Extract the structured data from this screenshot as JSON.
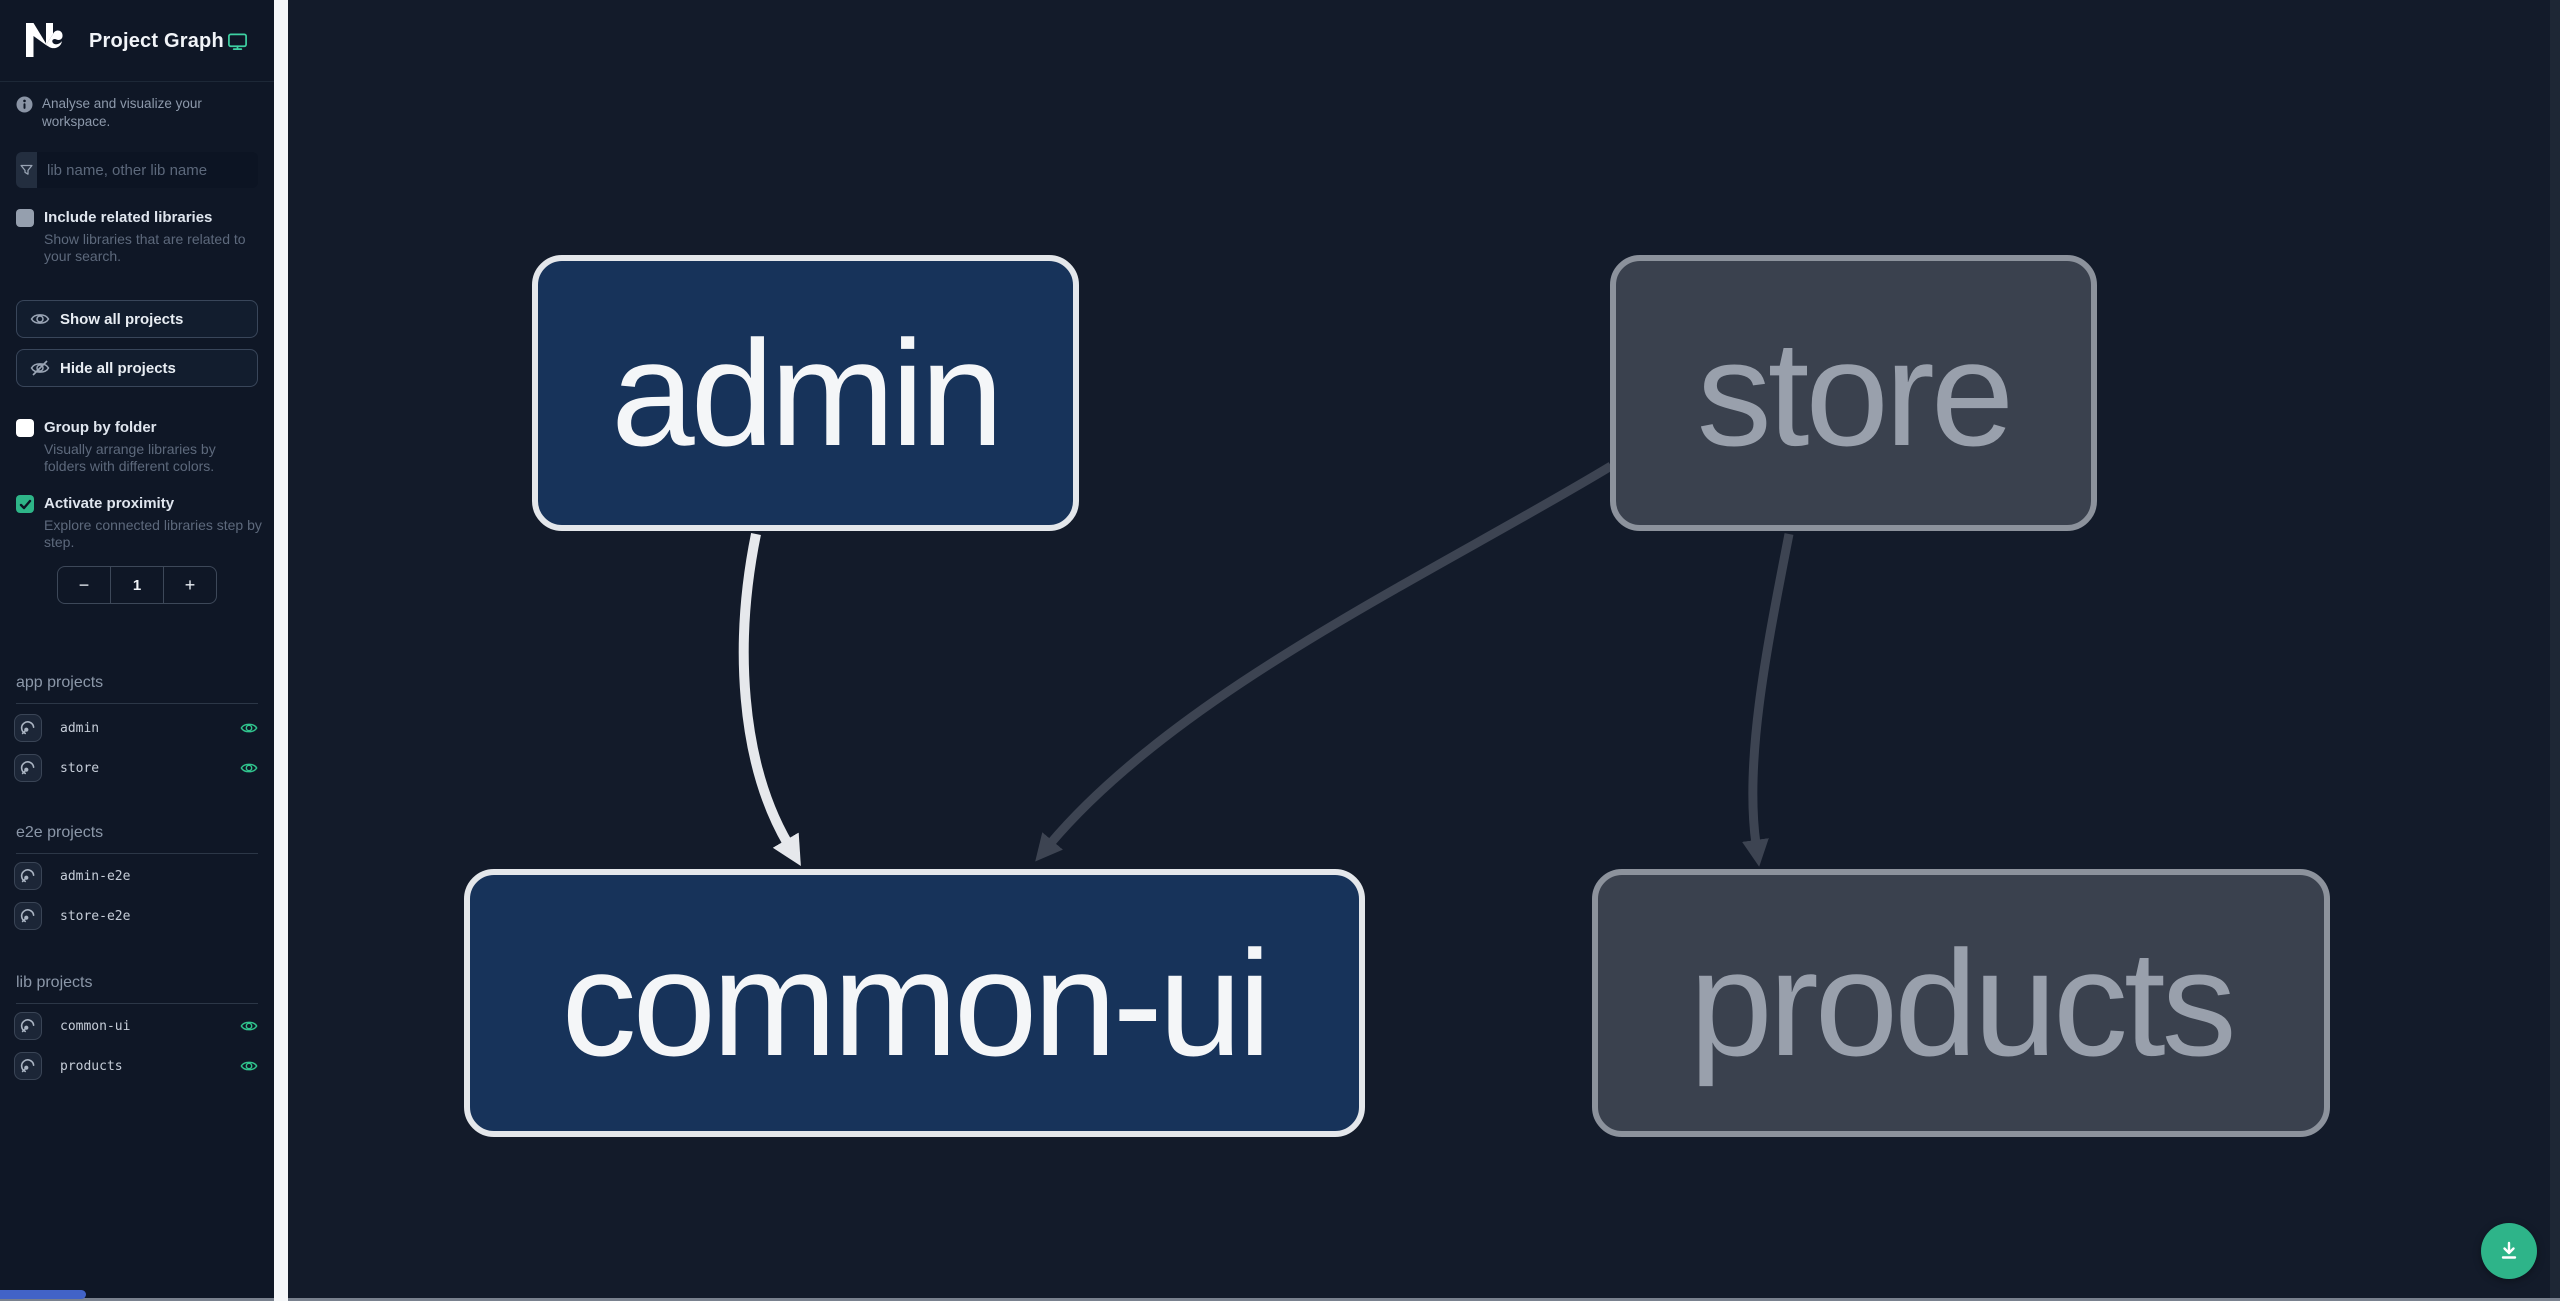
{
  "header": {
    "title": "Project Graph"
  },
  "sidebar": {
    "tagline": "Analyse and visualize your workspace.",
    "search_placeholder": "lib name, other lib name",
    "include_related": {
      "label": "Include related libraries",
      "description": "Show libraries that are related to your search.",
      "checked": false
    },
    "show_all_label": "Show all projects",
    "hide_all_label": "Hide all projects",
    "group_by_folder": {
      "label": "Group by folder",
      "description": "Visually arrange libraries by folders with different colors.",
      "checked": false
    },
    "proximity": {
      "label": "Activate proximity",
      "description": "Explore connected libraries step by step.",
      "checked": true,
      "depth_value": "1",
      "decrement_label": "−",
      "increment_label": "+"
    },
    "sections": [
      {
        "title": "app projects",
        "items": [
          {
            "name": "admin",
            "visible": true
          },
          {
            "name": "store",
            "visible": true
          }
        ]
      },
      {
        "title": "e2e projects",
        "items": [
          {
            "name": "admin-e2e",
            "visible": false
          },
          {
            "name": "store-e2e",
            "visible": false
          }
        ]
      },
      {
        "title": "lib projects",
        "items": [
          {
            "name": "common-ui",
            "visible": true
          },
          {
            "name": "products",
            "visible": true
          }
        ]
      }
    ]
  },
  "graph": {
    "nodes": [
      {
        "id": "admin",
        "state": "focused"
      },
      {
        "id": "store",
        "state": "dimmed"
      },
      {
        "id": "common-ui",
        "state": "focused"
      },
      {
        "id": "products",
        "state": "dimmed"
      }
    ],
    "edges": [
      {
        "source": "admin",
        "target": "common-ui",
        "style": "highlighted"
      },
      {
        "source": "store",
        "target": "common-ui",
        "style": "dimmed"
      },
      {
        "source": "store",
        "target": "products",
        "style": "dimmed"
      }
    ]
  },
  "colors": {
    "accent_green": "#30c48d",
    "download_button_bg": "#2eb489",
    "node_focused_bg": "#17335a",
    "node_focused_border": "#e4e7eb",
    "node_dimmed_bg": "#3a414e",
    "node_dimmed_border": "#8c929c",
    "edge_highlighted": "#e6e8ec",
    "edge_dimmed": "#3d4452",
    "sidebar_bg": "#0f1726",
    "canvas_bg": "#131b2a",
    "scrollbar_blue": "#4263c7"
  }
}
